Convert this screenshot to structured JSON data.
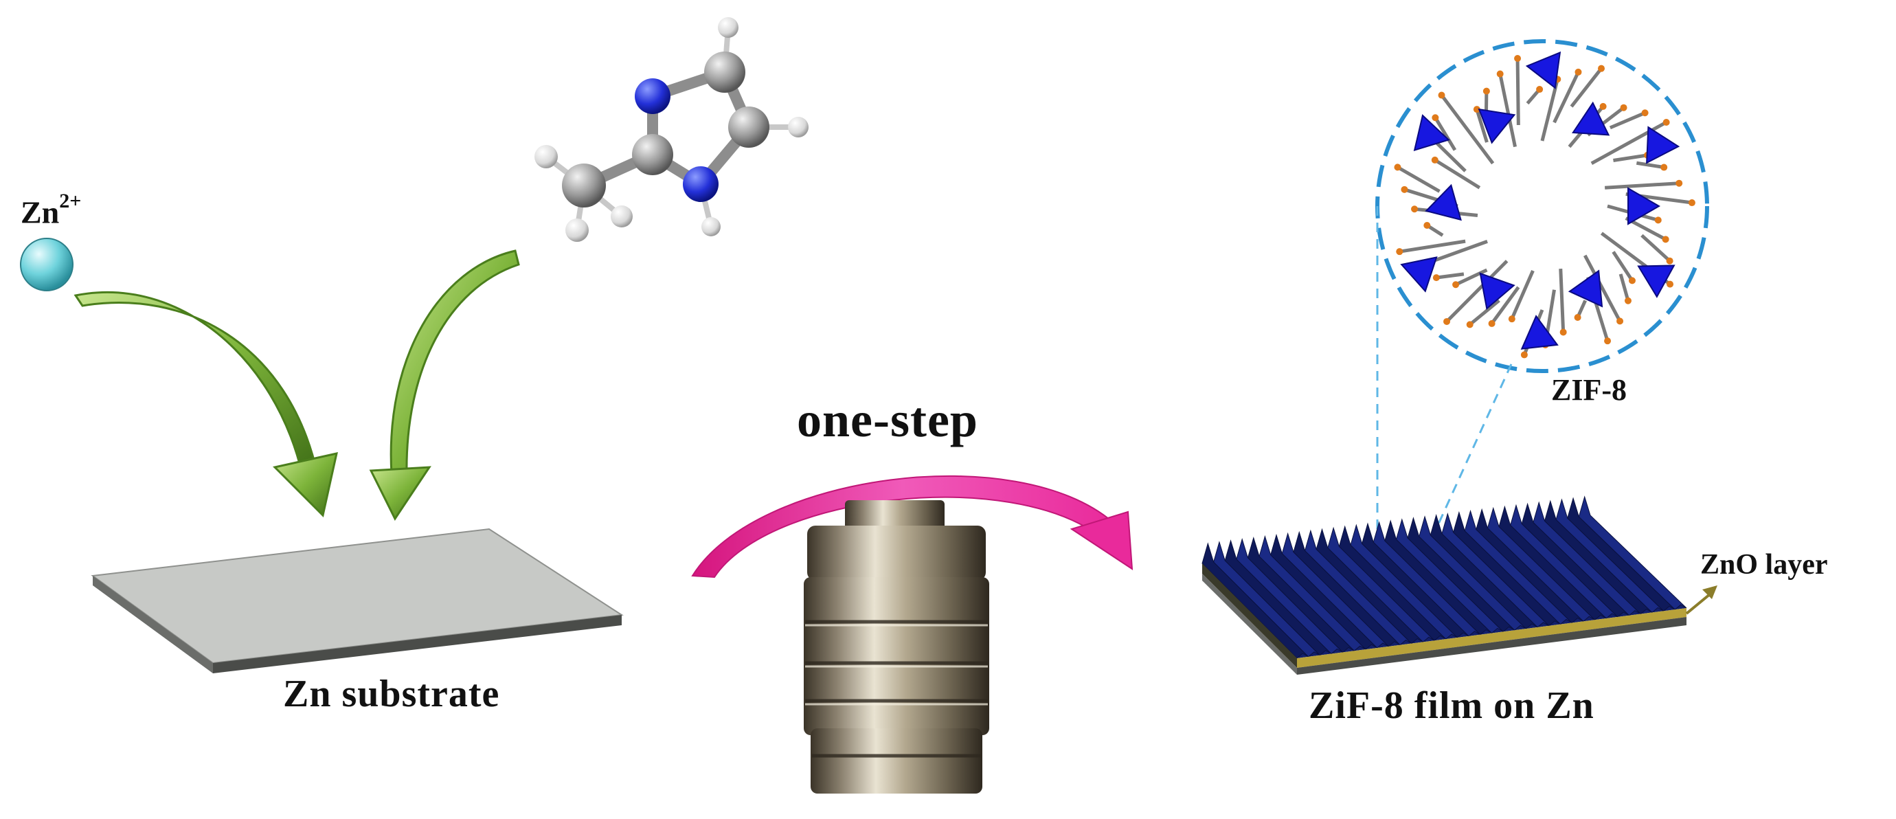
{
  "labels": {
    "zn_ion": "Zn",
    "zn_ion_charge": "2+",
    "zn_substrate": "Zn substrate",
    "one_step": "one-step",
    "zif8": "ZIF-8",
    "zif8_film": "ZiF-8 film on Zn",
    "zno_layer": "ZnO layer"
  },
  "colors": {
    "green_arrow": "#7db43a",
    "pink_arrow": "#ee2fa0",
    "substrate_top": "#c7c9c6",
    "film_blue": "#13206b",
    "zif_tetrahedra": "#1717e0",
    "zif_ring": "#2a8fd0",
    "zn_ion_ball": "#6fd3dc",
    "zno_layer": "#b8a23a"
  },
  "icons": {
    "molecule": "2-methylimidazole-molecule-icon",
    "reactor": "autoclave-reactor-icon",
    "zn_ion": "zn-ion-sphere-icon"
  }
}
